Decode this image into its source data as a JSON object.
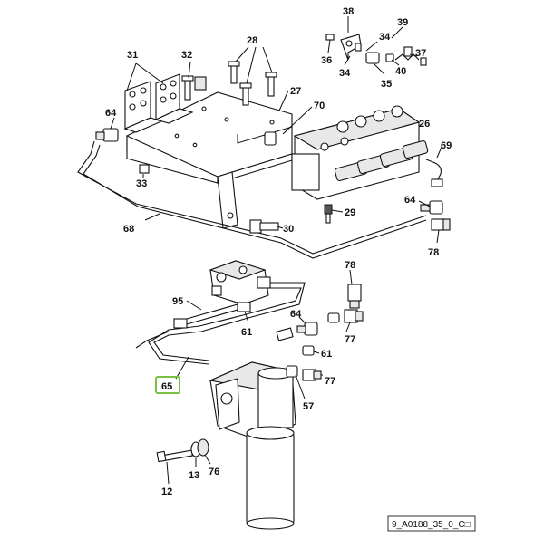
{
  "diagram": {
    "reference_code": "9_A0188_35_0_C□",
    "highlighted_callout": "65",
    "callouts": {
      "c38": "38",
      "c39": "39",
      "c36": "36",
      "c34a": "34",
      "c34b": "34",
      "c37": "37",
      "c40": "40",
      "c35": "35",
      "c31": "31",
      "c32": "32",
      "c28": "28",
      "c27": "27",
      "c70": "70",
      "c26": "26",
      "c69": "69",
      "c64a": "64",
      "c33": "33",
      "c68": "68",
      "c30": "30",
      "c29": "29",
      "c64b": "64",
      "c78a": "78",
      "c95": "95",
      "c61a": "61",
      "c78b": "78",
      "c64c": "64",
      "c77a": "77",
      "c61b": "61",
      "c65": "65",
      "c77b": "77",
      "c57": "57",
      "c12": "12",
      "c13": "13",
      "c76": "76"
    }
  }
}
